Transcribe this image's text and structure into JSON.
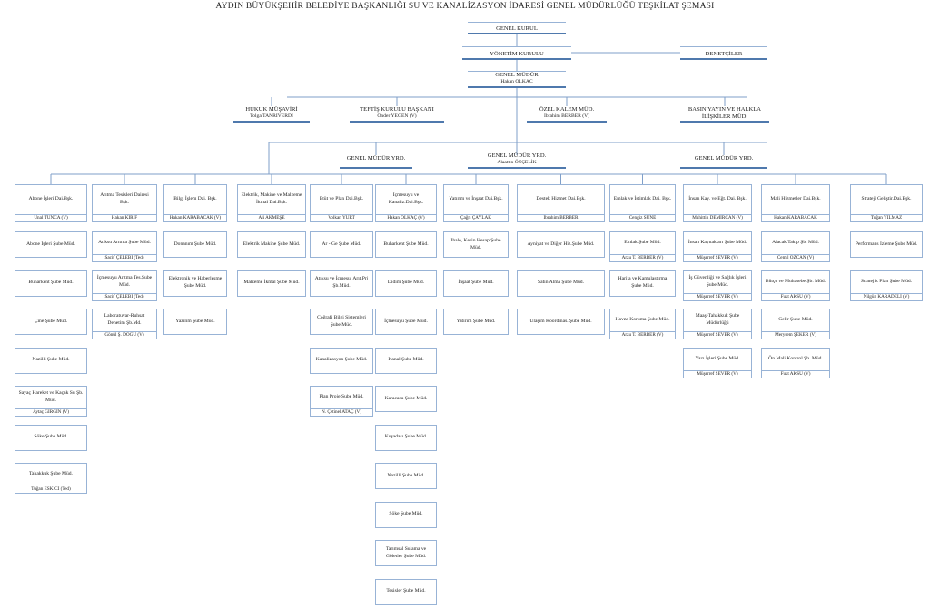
{
  "title": "AYDIN BÜYÜKŞEHİR BELEDİYE BAŞKANLIĞI SU VE KANALİZASYON İDARESİ GENEL MÜDÜRLÜĞÜ TEŞKİLAT ŞEMASI",
  "colors": {
    "line": "#7f9fc9",
    "box_border": "#98b3d6",
    "accent": "#4f79ad"
  },
  "top": {
    "genel_kurul": "GENEL KURUL",
    "yonetim_kurulu": "YÖNETİM KURULU",
    "denetciler": "DENETÇİLER",
    "genel_mudur": "GENEL MÜDÜR",
    "genel_mudur_name": "Hakan OLKAÇ"
  },
  "staff": [
    {
      "title": "HUKUK MÜŞAVİRİ",
      "name": "Tolga TANRIVERDİ"
    },
    {
      "title": "TEFTİŞ KURULU BAŞKANI",
      "name": "Önder YEĞEN (V)"
    },
    {
      "title": "ÖZEL KALEM MÜD.",
      "name": "İbrahim BERBER (V)"
    },
    {
      "title": "BASIN YAYIN VE HALKLA İLİŞKİLER MÜD.",
      "name": ""
    }
  ],
  "deputies": [
    {
      "title": "GENEL MÜDÜR YRD.",
      "name": ""
    },
    {
      "title": "GENEL MÜDÜR YRD.",
      "name": "Alaattin ÖZÇELİK"
    },
    {
      "title": "GENEL MÜDÜR YRD.",
      "name": ""
    }
  ],
  "departments": [
    {
      "title": "Abone İşleri Dai.Bşk.",
      "person": "Ünal TUNCA (V)",
      "children": [
        {
          "title": "Abone İşleri Şube Müd.",
          "person": ""
        },
        {
          "title": "Buharkent Şube Müd.",
          "person": ""
        },
        {
          "title": "Çine Şube Müd.",
          "person": ""
        },
        {
          "title": "Nazilli Şube Müd.",
          "person": ""
        },
        {
          "title": "Sayaç Hareket ve Kaçak Su Şb. Müd.",
          "person": "Aytaç GİRGİN (V)"
        },
        {
          "title": "Söke Şube Müd.",
          "person": ""
        },
        {
          "title": "Tahakkuk Şube Müd.",
          "person": "Tuğan ESKİCİ (Ted)"
        }
      ]
    },
    {
      "title": "Arıtma Tesisleri Dairesi Bşk.",
      "person": "Hakan KIRIF",
      "children": [
        {
          "title": "Atıksu Arıtma Şube Müd.",
          "person": "Saciť ÇELEBİ (Ted)"
        },
        {
          "title": "İçmesuyu Arıtma Tes.Şube Müd.",
          "person": "Saciť ÇELEBİ (Ted)"
        },
        {
          "title": "Laboratuvar-Ruhsat Denetim Şb.Md.",
          "person": "Gönül Ş. DOĞU (V)"
        }
      ]
    },
    {
      "title": "Bilgi İşlem Dai. Bşk.",
      "person": "Hakan KARABACAK (V)",
      "children": [
        {
          "title": "Donanım Şube Müd.",
          "person": ""
        },
        {
          "title": "Elektronik ve Haberleşme Şube Müd.",
          "person": ""
        },
        {
          "title": "Yazılım Şube Müd.",
          "person": ""
        }
      ]
    },
    {
      "title": "Elektrik, Makine ve Malzeme İkmal Dai.Bşk.",
      "person": "Ali AKMEŞE",
      "children": [
        {
          "title": "Elektrik Makine Şube Müd.",
          "person": ""
        },
        {
          "title": "Malzeme İkmal Şube Müd.",
          "person": ""
        }
      ]
    },
    {
      "title": "Etüt ve Plan Dai.Bşk.",
      "person": "Volkan YURT",
      "children": [
        {
          "title": "Ar - Ge Şube Müd.",
          "person": ""
        },
        {
          "title": "Atıksu ve İçmesu. Arıt.Prj Şb.Müd.",
          "person": ""
        },
        {
          "title": "Coğrafi Bilgi Sistemleri Şube Müd.",
          "person": ""
        },
        {
          "title": "Kanalizasyon Şube Müd.",
          "person": ""
        },
        {
          "title": "Plan Proje Şube Müd.",
          "person": "N. Çetinel ATAÇ (V)"
        }
      ]
    },
    {
      "title": "İçmesuyu ve Kanaliz.Dai.Bşk.",
      "person": "Hakan OLKAÇ (V)",
      "children": [
        {
          "title": "Buharkent Şube Müd.",
          "person": ""
        },
        {
          "title": "Didim Şube Müd.",
          "person": ""
        },
        {
          "title": "İçmesuyu Şube Müd.",
          "person": ""
        },
        {
          "title": "Kanal Şube Müd.",
          "person": ""
        },
        {
          "title": "Karacasu Şube Müd.",
          "person": ""
        },
        {
          "title": "Kuşadası Şube Müd.",
          "person": ""
        },
        {
          "title": "Nazilli Şube Müd.",
          "person": ""
        },
        {
          "title": "Söke Şube Müd.",
          "person": ""
        },
        {
          "title": "Tarımsal Sulama ve Göletler Şube Müd.",
          "person": ""
        },
        {
          "title": "Tesisler Şube Müd.",
          "person": ""
        }
      ]
    },
    {
      "title": "Yatırım ve İnşaat Dai.Bşk.",
      "person": "Çağrı ÇAYLAK",
      "children": [
        {
          "title": "Ihale, Kesin Hesap Şube Müd.",
          "person": ""
        },
        {
          "title": "İnşaat Şube Müd.",
          "person": ""
        },
        {
          "title": "Yatırım Şube Müd.",
          "person": ""
        }
      ]
    },
    {
      "title": "Destek Hizmet Dai.Bşk.",
      "person": "İbrahim BERBER",
      "children": [
        {
          "title": "Ayniyat ve Diğer Hiz.Şube Müd.",
          "person": ""
        },
        {
          "title": "Satın Alma Şube Müd.",
          "person": ""
        },
        {
          "title": "Ulaşım Koordinas. Şube Müd.",
          "person": ""
        }
      ]
    },
    {
      "title": "Emlak ve İstimlak Dai. Bşk.",
      "person": "Cengiz SÜNE",
      "children": [
        {
          "title": "Emlak Şube Müd.",
          "person": "Arzu T. BERBER (V)"
        },
        {
          "title": "Harita ve Kamulaştırma Şube Müd.",
          "person": ""
        },
        {
          "title": "Havza Koruma Şube Müd.",
          "person": "Arzu T. BERBER (V)"
        }
      ]
    },
    {
      "title": "İnsan Kay. ve Eğt. Dai. Bşk.",
      "person": "Muhittin DEMİRCAN (V)",
      "children": [
        {
          "title": "İnsan Kaynakları Şube Müd.",
          "person": "Müşerref SEVER (V)"
        },
        {
          "title": "İş Güvenliği ve Sağlık İşleri Şube Müd.",
          "person": "Müşerref SEVER (V)"
        },
        {
          "title": "Maaş-Tahakkuk Şube Müdürlüğü",
          "person": "Müşerref SEVER (V)"
        },
        {
          "title": "Yazı İşleri Şube Müd.",
          "person": "Müşerref SEVER (V)"
        }
      ]
    },
    {
      "title": "Mali Hizmetler Dai.Bşk.",
      "person": "Hakan KARABACAK",
      "children": [
        {
          "title": "Alacak Takip Şb. Müd.",
          "person": "Cemil ÖZCAN (V)"
        },
        {
          "title": "Bütçe ve Muhasebe Şb. Müd.",
          "person": "Fuat AKSU (V)"
        },
        {
          "title": "Gelir Şube Müd.",
          "person": "Merysem ŞEKER (V)"
        },
        {
          "title": "Ön Mali Kontrol Şb. Müd.",
          "person": "Fuat AKSU (V)"
        }
      ]
    },
    {
      "title": "Strateji Geliştir.Dai.Bşk.",
      "person": "Tuğan YILMAZ",
      "children": [
        {
          "title": "Performans İzleme Şube Müd.",
          "person": ""
        },
        {
          "title": "Stratejik Plan Şube Müd.",
          "person": "Nilgün KARADELİ (V)"
        }
      ]
    }
  ]
}
